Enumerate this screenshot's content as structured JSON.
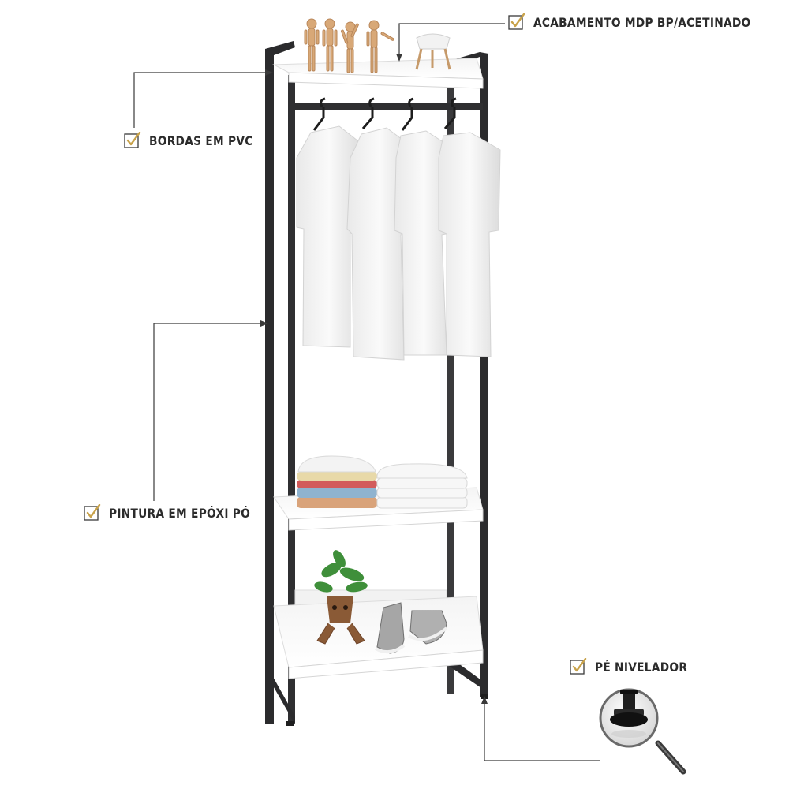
{
  "features": [
    {
      "id": "finish",
      "label": "ACABAMENTO MDP BP/ACETINADO",
      "check_icon": "gold-check-icon"
    },
    {
      "id": "edges",
      "label": "BORDAS EM PVC",
      "check_icon": "gold-check-icon"
    },
    {
      "id": "paint",
      "label": "PINTURA EM EPÓXI PÓ",
      "check_icon": "gold-check-icon"
    },
    {
      "id": "foot",
      "label": "PÉ NIVELADOR",
      "check_icon": "gold-check-icon"
    }
  ],
  "colors": {
    "frame": "#2f2f31",
    "shelf": "#ffffff",
    "shelf_edge": "#d9d9d9",
    "callout_line": "#3a3a3a",
    "check_gold": "#c8a24a",
    "label_text": "#2b2b2b"
  },
  "product": {
    "type": "clothes-rack-with-shelves",
    "hanging_garments": 4,
    "shelves": 3
  }
}
